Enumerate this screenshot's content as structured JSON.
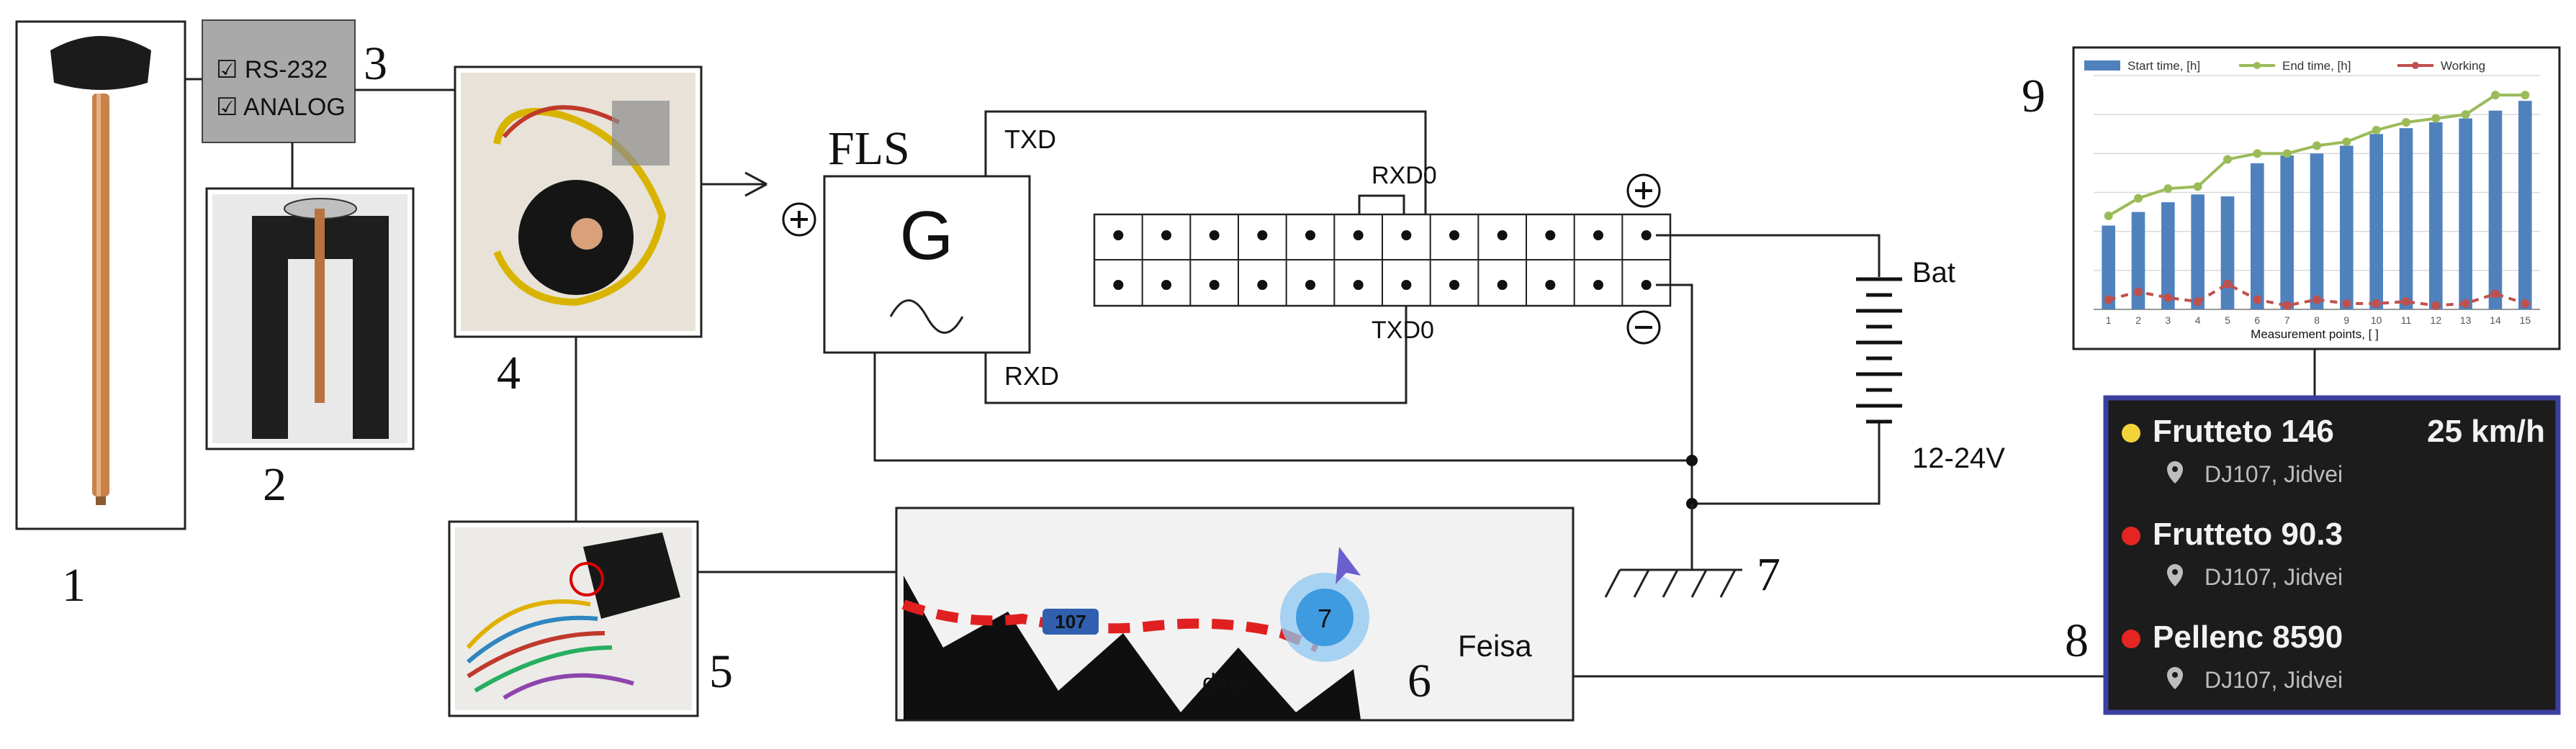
{
  "labels": {
    "n1": "1",
    "n2": "2",
    "n3": "3",
    "n4": "4",
    "n5": "5",
    "n6": "6",
    "n7": "7",
    "n8": "8",
    "n9": "9",
    "fls": "FLS",
    "g": "G",
    "txd": "TXD",
    "rxd": "RXD",
    "rxd0": "RXD0",
    "txd0": "TXD0",
    "bat": "Bat",
    "voltage": "12-24V",
    "plus": "+",
    "minus": "−"
  },
  "interface_box": {
    "opt1": "☑ RS-232",
    "opt2": "☑ ANALOG"
  },
  "map": {
    "road_badge": "107",
    "cluster_count": "7",
    "place1": "Feisa",
    "place2": "dvei"
  },
  "vehicles": [
    {
      "name": "Frutteto 146",
      "speed": "25 km/h",
      "location": "DJ107, Jidvei",
      "status_color": "#f2d43a"
    },
    {
      "name": "Frutteto 90.3",
      "speed": "",
      "location": "DJ107, Jidvei",
      "status_color": "#e52521"
    },
    {
      "name": "Pellenc 8590",
      "speed": "",
      "location": "DJ107, Jidvei",
      "status_color": "#e52521"
    }
  ],
  "colors": {
    "panel_bg": "#1c1c1c",
    "panel_border": "#3b3f9e"
  },
  "chart_data": {
    "type": "bar",
    "legend": [
      "Start time, [h]",
      "End time, [h]",
      "Working"
    ],
    "legend_placement": "top",
    "xlabel": "Measurement points, [ ]",
    "categories": [
      "1",
      "2",
      "3",
      "4",
      "5",
      "6",
      "7",
      "8",
      "9",
      "10",
      "11",
      "12",
      "13",
      "14",
      "15"
    ],
    "series": [
      {
        "name": "Start time, [h]",
        "type": "bar",
        "values": [
          4.3,
          5.0,
          5.5,
          5.9,
          5.8,
          7.5,
          7.9,
          8.0,
          8.4,
          9.0,
          9.3,
          9.6,
          9.8,
          10.2,
          10.7
        ]
      },
      {
        "name": "End time, [h]",
        "type": "line",
        "values": [
          4.8,
          5.7,
          6.2,
          6.3,
          7.7,
          8.0,
          8.0,
          8.4,
          8.6,
          9.2,
          9.6,
          9.8,
          10.0,
          11.0,
          11.0
        ]
      },
      {
        "name": "Working",
        "type": "line",
        "values": [
          0.5,
          0.9,
          0.6,
          0.4,
          1.3,
          0.5,
          0.2,
          0.5,
          0.3,
          0.3,
          0.4,
          0.2,
          0.3,
          0.8,
          0.3
        ]
      }
    ],
    "ylim": [
      0,
      12
    ],
    "grid": true
  }
}
